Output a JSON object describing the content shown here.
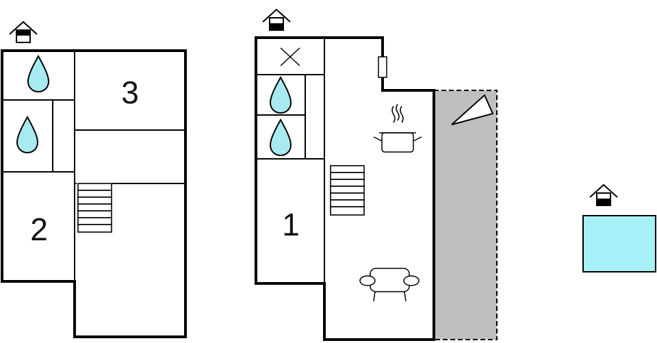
{
  "rooms": {
    "room_1": "1",
    "room_2": "2",
    "room_3": "3"
  },
  "icons": {
    "entrance": "house-entrance-icon",
    "bathroom": "water-drop-icon",
    "stairs": "staircase-icon",
    "kitchen": "cooking-pot-icon",
    "living": "sofa-icon",
    "no_access": "cross-icon",
    "terrace": "terrace-area",
    "pool": "pool-area"
  },
  "colors": {
    "water": "#a8eaf2",
    "terrace": "#bfbfbf",
    "pool": "#a8f0f8",
    "wall": "#000000"
  }
}
